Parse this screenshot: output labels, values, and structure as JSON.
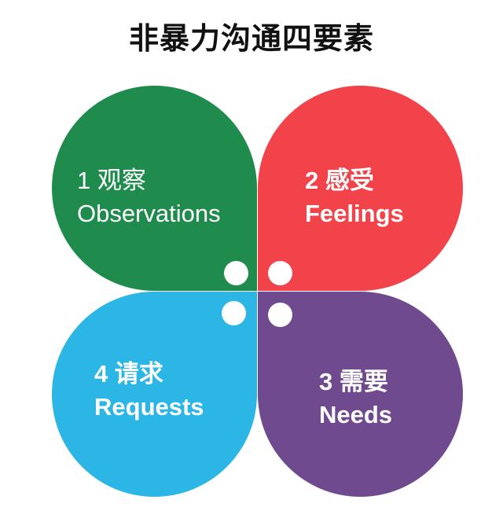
{
  "title": "非暴力沟通四要素",
  "colors": {
    "observations": "#1f8b4c",
    "feelings": "#f2424a",
    "requests": "#2cb6e6",
    "needs": "#6f4a8e"
  },
  "elements": [
    {
      "number_cn": "1 观察",
      "english": "Observations"
    },
    {
      "number_cn": "2 感受",
      "english": "Feelings"
    },
    {
      "number_cn": "3 需要",
      "english": "Needs"
    },
    {
      "number_cn": "4 请求",
      "english": "Requests"
    }
  ]
}
